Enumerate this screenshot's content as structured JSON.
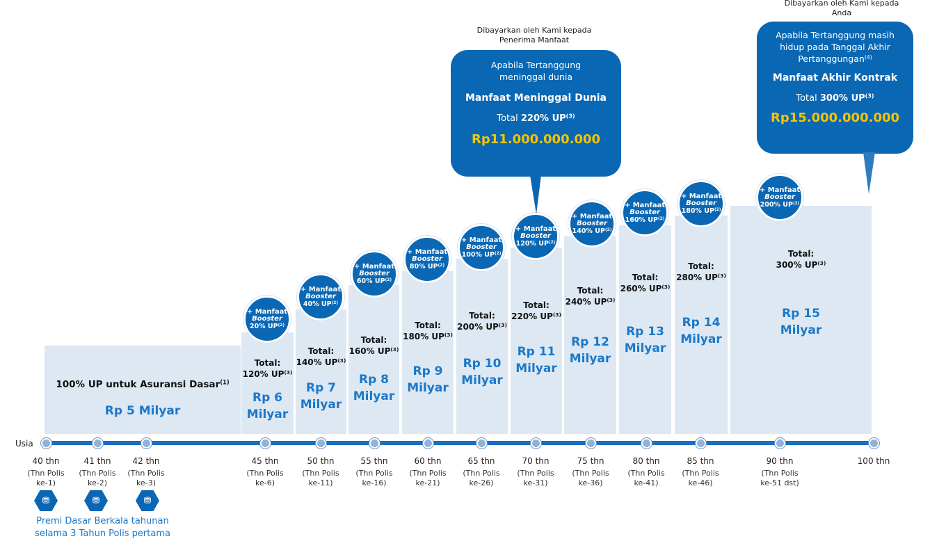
{
  "axis_label": "Usia",
  "base_block": {
    "title": "100% UP untuk Asuransi Dasar",
    "title_sup": "(1)",
    "amount": "Rp 5 Milyar"
  },
  "premium_note": {
    "line1": "Premi Dasar Berkala tahunan",
    "line2": "selama 3 Tahun Polis pertama"
  },
  "timeline": [
    {
      "age": "40 thn",
      "polis_l1": "(Thn Polis",
      "polis_l2": "ke-1)"
    },
    {
      "age": "41 thn",
      "polis_l1": "(Thn Polis",
      "polis_l2": "ke-2)"
    },
    {
      "age": "42 thn",
      "polis_l1": "(Thn Polis",
      "polis_l2": "ke-3)"
    },
    {
      "age": "45 thn",
      "polis_l1": "(Thn Polis",
      "polis_l2": "ke-6)"
    },
    {
      "age": "50 thn",
      "polis_l1": "(Thn Polis",
      "polis_l2": "ke-11)"
    },
    {
      "age": "55 thn",
      "polis_l1": "(Thn Polis",
      "polis_l2": "ke-16)"
    },
    {
      "age": "60 thn",
      "polis_l1": "(Thn Polis",
      "polis_l2": "ke-21)"
    },
    {
      "age": "65 thn",
      "polis_l1": "(Thn Polis",
      "polis_l2": "ke-26)"
    },
    {
      "age": "70 thn",
      "polis_l1": "(Thn Polis",
      "polis_l2": "ke-31)"
    },
    {
      "age": "75 thn",
      "polis_l1": "(Thn Polis",
      "polis_l2": "ke-36)"
    },
    {
      "age": "80 thn",
      "polis_l1": "(Thn Polis",
      "polis_l2": "ke-41)"
    },
    {
      "age": "85 thn",
      "polis_l1": "(Thn Polis",
      "polis_l2": "ke-46)"
    },
    {
      "age": "90 thn",
      "polis_l1": "(Thn Polis",
      "polis_l2": "ke-51 dst)"
    },
    {
      "age": "100 thn",
      "polis_l1": "",
      "polis_l2": ""
    }
  ],
  "steps": [
    {
      "booster_l1": "+ Manfaat",
      "booster_l2": "Booster",
      "booster_pct": "20% UP",
      "total_label": "Total:",
      "total_pct": "120% UP",
      "amount_l1": "Rp 6",
      "amount_l2": "Milyar"
    },
    {
      "booster_l1": "+ Manfaat",
      "booster_l2": "Booster",
      "booster_pct": "40% UP",
      "total_label": "Total:",
      "total_pct": "140% UP",
      "amount_l1": "Rp 7",
      "amount_l2": "Milyar"
    },
    {
      "booster_l1": "+ Manfaat",
      "booster_l2": "Booster",
      "booster_pct": "60% UP",
      "total_label": "Total:",
      "total_pct": "160% UP",
      "amount_l1": "Rp 8",
      "amount_l2": "Milyar"
    },
    {
      "booster_l1": "+ Manfaat",
      "booster_l2": "Booster",
      "booster_pct": "80% UP",
      "total_label": "Total:",
      "total_pct": "180% UP",
      "amount_l1": "Rp 9",
      "amount_l2": "Milyar"
    },
    {
      "booster_l1": "+ Manfaat",
      "booster_l2": "Booster",
      "booster_pct": "100% UP",
      "total_label": "Total:",
      "total_pct": "200% UP",
      "amount_l1": "Rp 10",
      "amount_l2": "Milyar"
    },
    {
      "booster_l1": "+ Manfaat",
      "booster_l2": "Booster",
      "booster_pct": "120% UP",
      "total_label": "Total:",
      "total_pct": "220% UP",
      "amount_l1": "Rp 11",
      "amount_l2": "Milyar"
    },
    {
      "booster_l1": "+ Manfaat",
      "booster_l2": "Booster",
      "booster_pct": "140% UP",
      "total_label": "Total:",
      "total_pct": "240% UP",
      "amount_l1": "Rp 12",
      "amount_l2": "Milyar"
    },
    {
      "booster_l1": "+ Manfaat",
      "booster_l2": "Booster",
      "booster_pct": "160% UP",
      "total_label": "Total:",
      "total_pct": "260% UP",
      "amount_l1": "Rp 13",
      "amount_l2": "Milyar"
    },
    {
      "booster_l1": "+ Manfaat",
      "booster_l2": "Booster",
      "booster_pct": "180% UP",
      "total_label": "Total:",
      "total_pct": "280% UP",
      "amount_l1": "Rp 14",
      "amount_l2": "Milyar"
    },
    {
      "booster_l1": "+ Manfaat",
      "booster_l2": "Booster",
      "booster_pct": "200% UP",
      "total_label": "Total:",
      "total_pct": "300% UP",
      "amount_l1": "Rp 15",
      "amount_l2": "Milyar"
    }
  ],
  "sup_ref": "(2)",
  "sup_total": "(3)",
  "callout_death": {
    "caption_l1": "Dibayarkan oleh Kami kepada",
    "caption_l2": "Penerima Manfaat",
    "line1": "Apabila Tertanggung",
    "line2": "meninggal dunia",
    "heading": "Manfaat Meninggal Dunia",
    "total_prefix": "Total ",
    "total_pct": "220% UP",
    "total_sup": "(3)",
    "amount": "Rp11.000.000.000"
  },
  "callout_maturity": {
    "caption_l1": "Dibayarkan oleh Kami kepada",
    "caption_l2": "Anda",
    "line1": "Apabila Tertanggung masih",
    "line2": "hidup pada Tanggal Akhir",
    "line3": "Pertanggungan",
    "line3_sup": "(4)",
    "heading": "Manfaat Akhir Kontrak",
    "total_prefix": "Total ",
    "total_pct": "300% UP",
    "total_sup": "(3)",
    "amount": "Rp15.000.000.000"
  },
  "colors": {
    "primary": "#0a67b3",
    "accent_amount": "#1a78c8",
    "gold": "#f5c400",
    "block": "#dde8f3",
    "axis": "#1a6fbe"
  },
  "icons": {
    "premium": "coin-stack-icon"
  }
}
